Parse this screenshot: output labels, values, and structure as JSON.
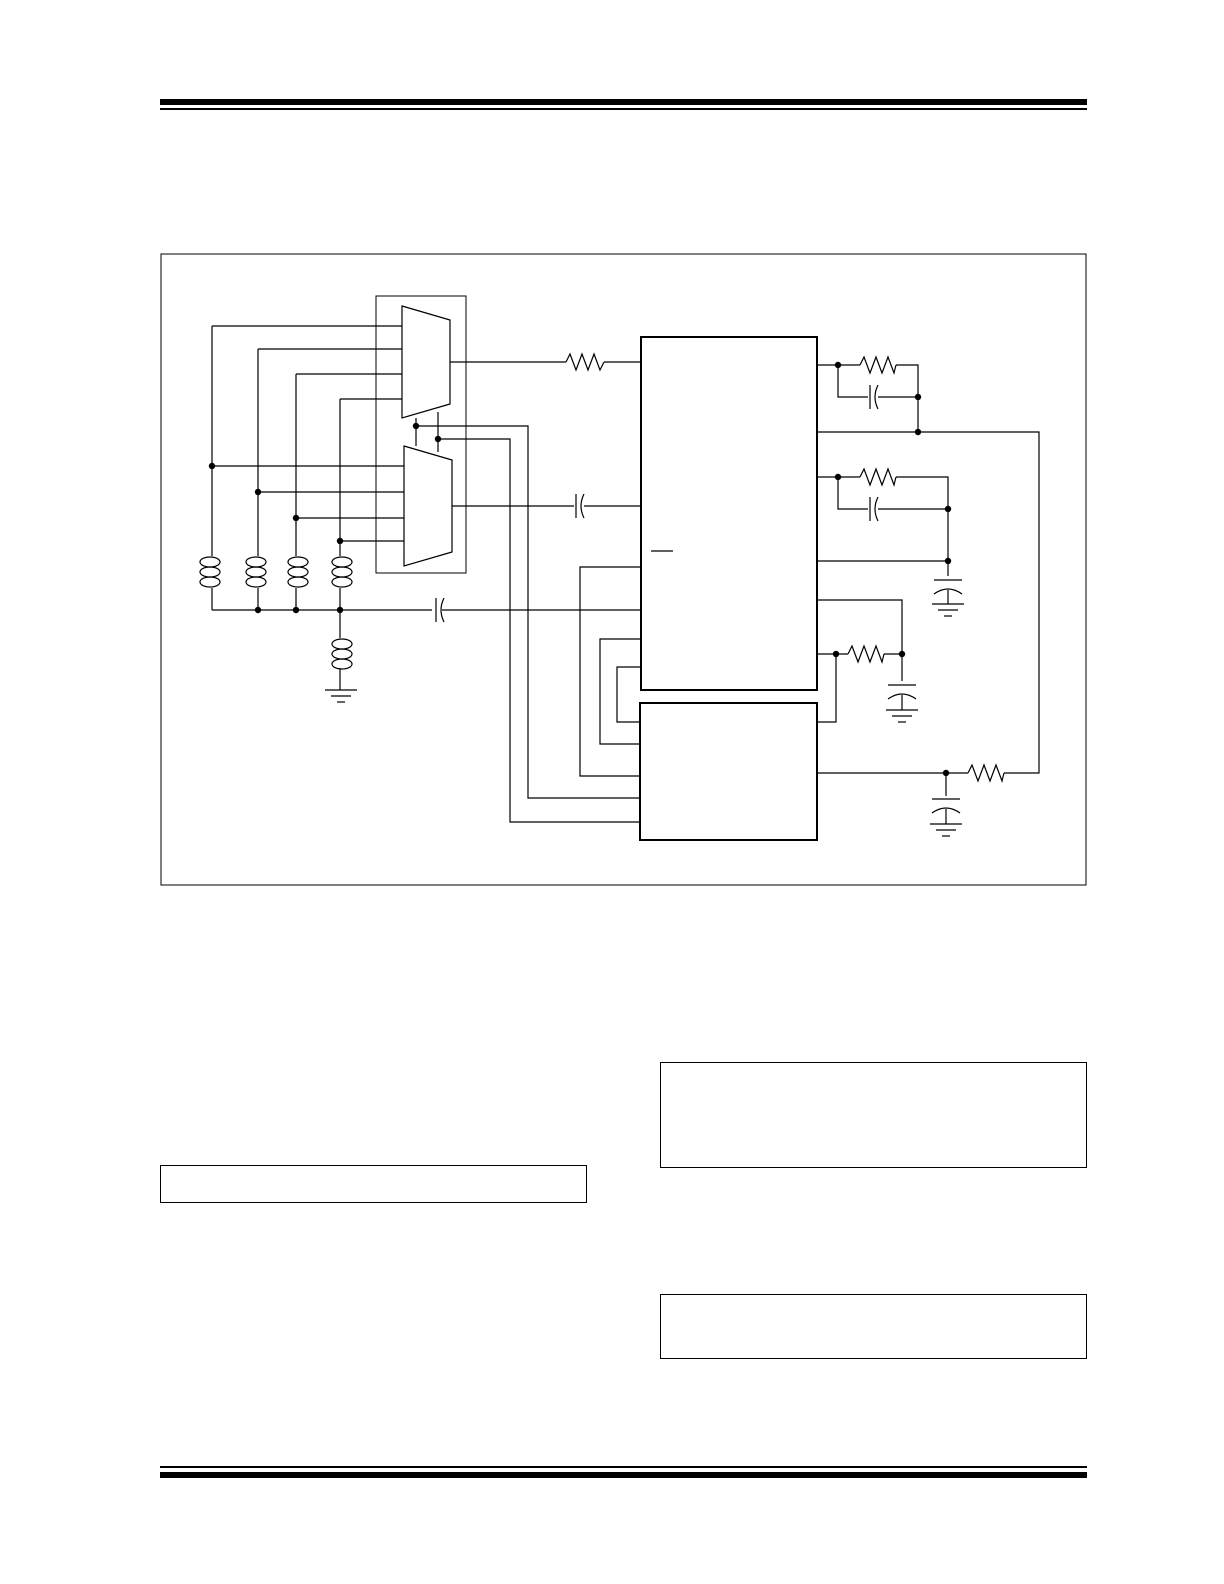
{
  "page": {
    "header_rules": 2,
    "footer_rules": 2
  },
  "diagram": {
    "description_items": [
      "four-coil-sensor-array",
      "analog-multiplexer-block",
      "series-resistor",
      "coupling-capacitor",
      "main-ic-block",
      "secondary-ic-block",
      "rc-feedback-networks",
      "ground-symbols"
    ]
  },
  "boxes": [
    {
      "name": "text-box-left"
    },
    {
      "name": "text-box-right-top"
    },
    {
      "name": "text-box-right-bottom"
    }
  ]
}
